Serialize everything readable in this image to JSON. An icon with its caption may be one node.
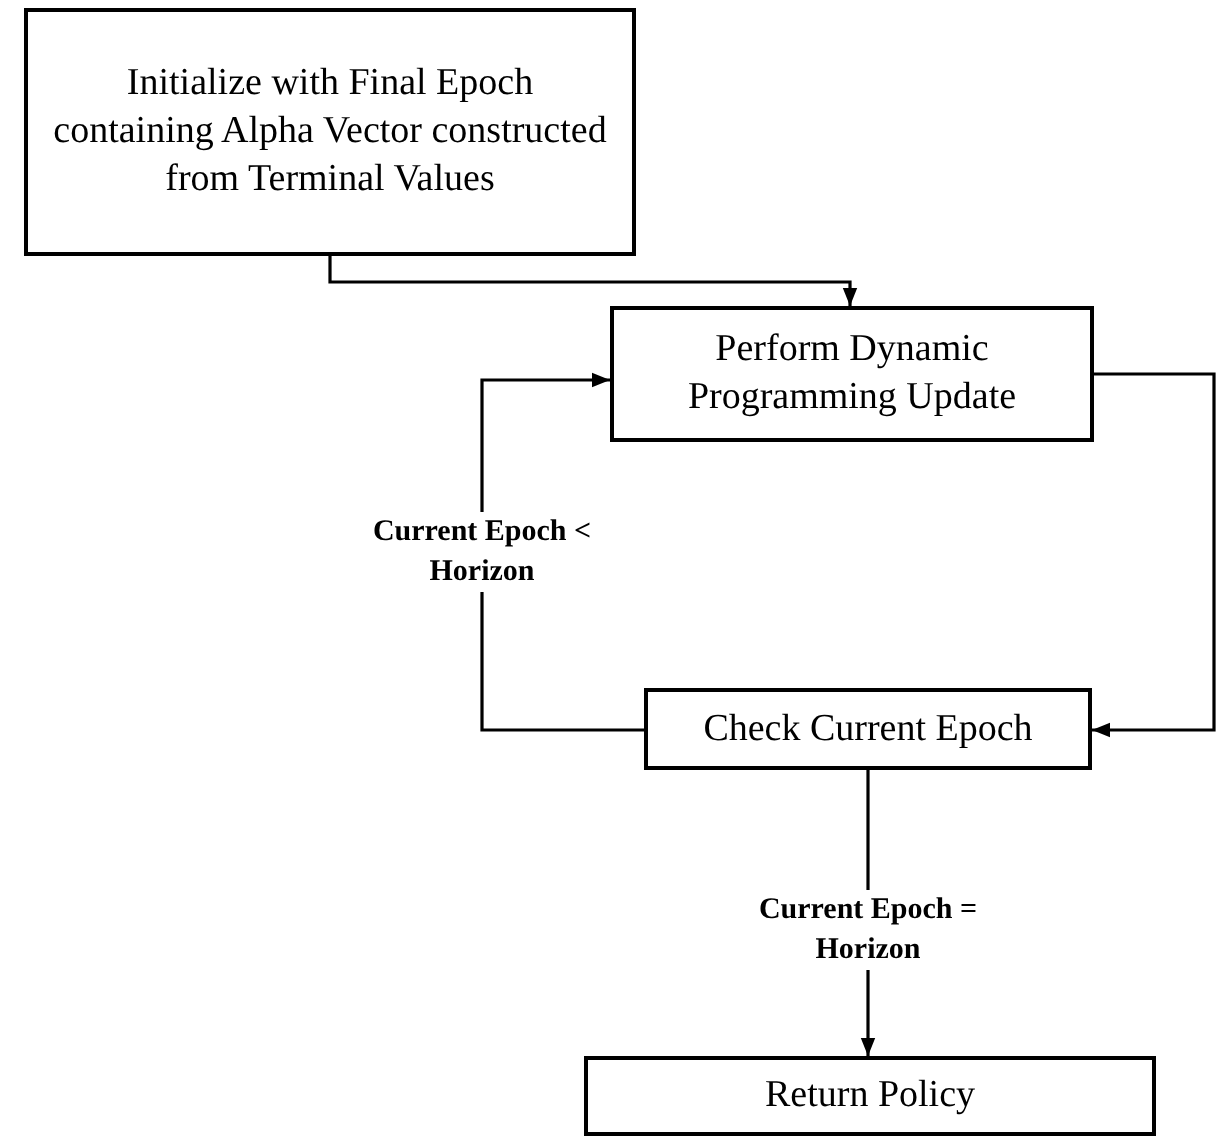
{
  "diagram": {
    "nodes": [
      {
        "text": [
          "Initialize with Final Epoch containing Alpha Vector constructed from Terminal Values"
        ]
      },
      {
        "text": [
          "Perform Dynamic Programming Update"
        ]
      },
      {
        "text": [
          "Check Current Epoch"
        ]
      },
      {
        "text": [
          "Return Policy"
        ]
      }
    ],
    "edges": [
      {
        "from": 0,
        "to": 1,
        "arrow": "to"
      },
      {
        "from": 1,
        "to": 2,
        "arrow": "to"
      },
      {
        "from": 2,
        "to": 1,
        "arrow": "to",
        "label": "Current Epoch < Horizon"
      },
      {
        "from": 2,
        "to": 3,
        "arrow": "to",
        "label": "Current Epoch = Horizon"
      }
    ]
  }
}
